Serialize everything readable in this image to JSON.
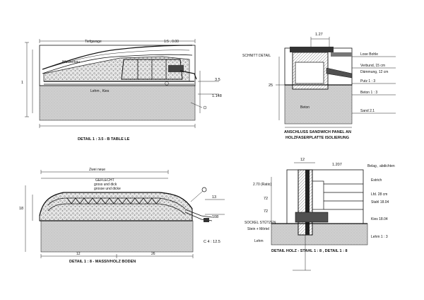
{
  "sheet": {
    "colors": {
      "ink": "#111111",
      "soil": "#c9c9c9",
      "paper": "#ffffff"
    }
  },
  "section_1": {
    "caption": "DETAIL 1 : 3.5 - B TABLE LE",
    "top_label": "Tiefgarage",
    "top_right_label": "1:5 , 0.00",
    "left_label": "Wasserbau",
    "ground_label": "Lehm , Kies",
    "dim_right_1": "3.5",
    "dim_right_2": "1.148",
    "dim_left": "1"
  },
  "section_2": {
    "caption": "ANSCHLUSS SANDWICH PANEL AN",
    "caption_line2": "HOLZFASERPLATTE ISOLIERUNG",
    "top_dim": "1.27",
    "left_label": "SCHNITT DETAIL",
    "left_dim": "25",
    "labels": [
      "Lose Bohle",
      "Verbund, 15 cm",
      "Dämmung, 12 cm",
      "Putz 1 : 3",
      "Beton 1 : 3",
      "Sand 2.1"
    ],
    "inner_label": "Beton"
  },
  "section_3": {
    "caption": "DETAIL 1 : 8 - MASSIVHOLZ BODEN",
    "top_label": "Zwei neue",
    "center_label_1": "GEFLECHT",
    "center_label_2": "gross und dick",
    "center_label_3": "grosse und dicke",
    "left_dim": "18",
    "right_dim": "108",
    "right_dim_2": "13",
    "bottom_right": "C 4 : 12.5",
    "bottom_dims": [
      "12",
      "26"
    ]
  },
  "section_4": {
    "caption": "DETAIL HOLZ - STAHL 1 : 8 , DETAIL 1 : 8",
    "top_dims": [
      "12",
      "1.207"
    ],
    "left_labels": [
      "2.70 (Ratio)",
      "SOCKEL STÜTZEN",
      "Stein + Mörtel"
    ],
    "left_dims": [
      "72",
      "72"
    ],
    "right_labels": [
      "Belag , abdichten",
      "Estrich",
      "Lfd. 28 cm",
      "Stahl 18.04",
      "Kies 18.04",
      "Lehm 1 : 3"
    ],
    "bottom_label": "Lehm"
  }
}
